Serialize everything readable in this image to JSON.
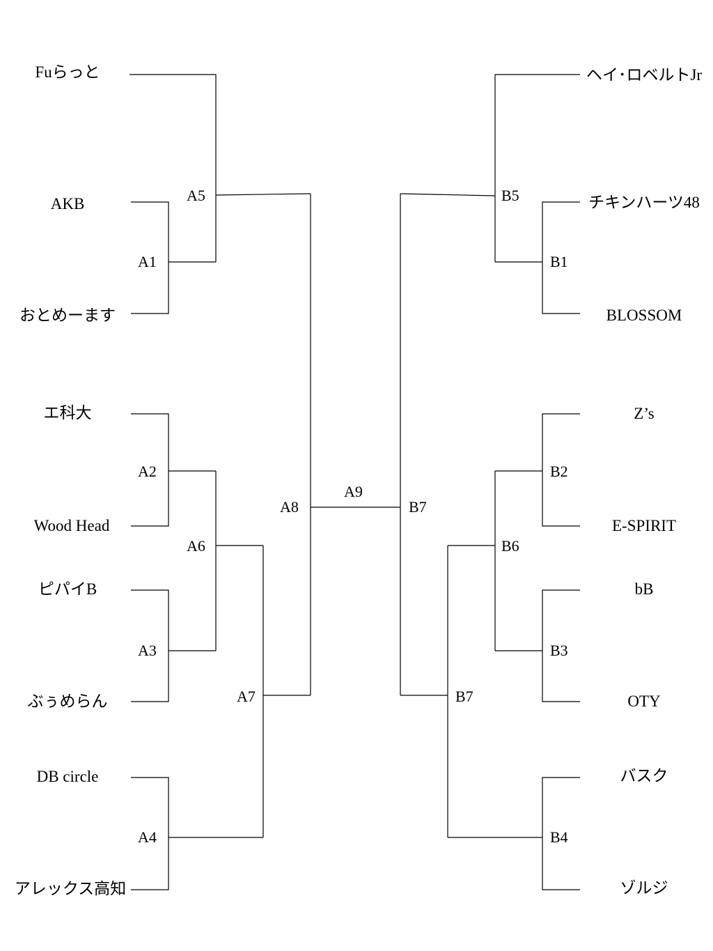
{
  "teams_left": [
    "Fuらっと",
    "AKB",
    "おとめーます",
    "エ科大",
    "Wood Head",
    "ピパイB",
    "ぶぅめらん",
    "DB circle",
    "アレックス高知"
  ],
  "teams_right": [
    "ヘイ･ロベルトJr",
    "チキンハーツ48",
    "BLOSSOM",
    "Z’s",
    "E-SPIRIT",
    "bB",
    "OTY",
    "バスク",
    "ゾルジ"
  ],
  "matches": {
    "a1": "A1",
    "a2": "A2",
    "a3": "A3",
    "a4": "A4",
    "a5": "A5",
    "a6": "A6",
    "a7": "A7",
    "a8": "A8",
    "a9": "A9",
    "b1": "B1",
    "b2": "B2",
    "b3": "B3",
    "b4": "B4",
    "b5": "B5",
    "b6": "B6",
    "b7_upper": "B7",
    "b7_lower": "B7"
  },
  "colors": {
    "line": "#000000",
    "text": "#000000",
    "background": "#ffffff"
  }
}
